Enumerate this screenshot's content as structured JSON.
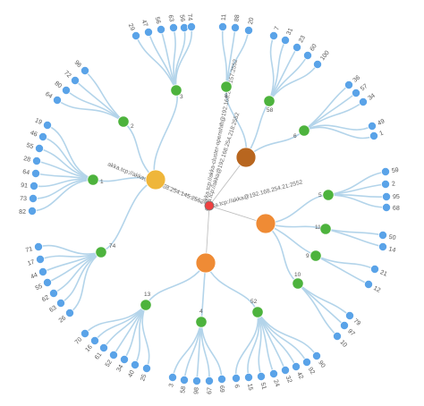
{
  "colors": {
    "leaf": "#5aa3e8",
    "mid": "#4db33d",
    "link": "#b3d4ea",
    "root": "#ef4040",
    "host_gold": "#efb63a",
    "host_brown": "#b8661f",
    "host_orange": "#ef8b35"
  },
  "root": {
    "name": ""
  },
  "hosts": [
    {
      "id": "h1",
      "label": "akka.tcp://akka-cluster-openshift@192.168.254.157:2552",
      "color": "#b8661f",
      "mids": [
        "m1",
        "m2",
        "m3"
      ]
    },
    {
      "id": "h2",
      "label": "akka.tcp://akka@192.168.254.21:2552",
      "color": "#ef8b35",
      "mids": [
        "m4",
        "m5",
        "m6",
        "m7"
      ]
    },
    {
      "id": "h3",
      "label": "akka.tcp://akka@192.168.254.218:2552",
      "color": "#ef8b35",
      "mids": [
        "m8",
        "m9",
        "m10"
      ]
    },
    {
      "id": "h4",
      "label": "akka.tcp://akka@192.168.254.145:2552",
      "color": "#efb63a",
      "mids": [
        "m11",
        "m12",
        "m13",
        "m14"
      ]
    }
  ],
  "mids": [
    {
      "id": "m1",
      "label": "8",
      "leaves": [
        "11",
        "88",
        "20"
      ]
    },
    {
      "id": "m2",
      "label": "58",
      "leaves": [
        "7",
        "31",
        "23",
        "60",
        "100"
      ]
    },
    {
      "id": "m3",
      "label": "6",
      "leaves": [
        "36",
        "57",
        "34",
        "49",
        "1"
      ]
    },
    {
      "id": "m4",
      "label": "5",
      "leaves": [
        "59",
        "2",
        "95",
        "68"
      ]
    },
    {
      "id": "m5",
      "label": "11",
      "leaves": [
        "50",
        "14"
      ]
    },
    {
      "id": "m6",
      "label": "9",
      "leaves": [
        "21",
        "12"
      ]
    },
    {
      "id": "m7",
      "label": "10",
      "leaves": [
        "79",
        "97",
        "10"
      ]
    },
    {
      "id": "m8",
      "label": "52",
      "leaves": [
        "90",
        "92",
        "42",
        "32",
        "24",
        "51",
        "15",
        "6"
      ]
    },
    {
      "id": "m9",
      "label": "4",
      "leaves": [
        "69",
        "67",
        "98",
        "58",
        "3"
      ]
    },
    {
      "id": "m10",
      "label": "13",
      "leaves": [
        "25",
        "40",
        "34",
        "52",
        "61",
        "16",
        "70"
      ]
    },
    {
      "id": "m11",
      "label": "74",
      "leaves": [
        "26",
        "63",
        "62",
        "55",
        "44",
        "17",
        "71"
      ]
    },
    {
      "id": "m12",
      "label": "1",
      "leaves": [
        "82",
        "73",
        "91",
        "64",
        "28",
        "55",
        "46",
        "19"
      ]
    },
    {
      "id": "m13",
      "label": "2",
      "leaves": [
        "64",
        "80",
        "72",
        "96"
      ]
    },
    {
      "id": "m14",
      "label": "3",
      "leaves": [
        "29",
        "47",
        "56",
        "63",
        "56",
        "74"
      ]
    }
  ]
}
